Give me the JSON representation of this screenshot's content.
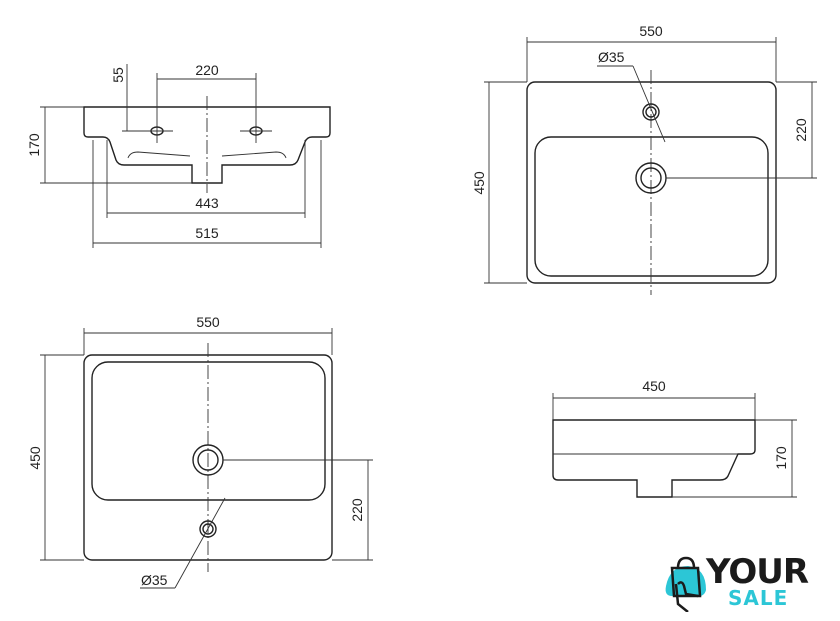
{
  "front_view": {
    "dim_55": "55",
    "dim_220": "220",
    "dim_170": "170",
    "dim_443": "443",
    "dim_515": "515"
  },
  "top_view_one_hole": {
    "dim_550": "550",
    "dim_450": "450",
    "dim_220": "220",
    "hole_diameter": "Ø35"
  },
  "top_view_bottom": {
    "dim_550": "550",
    "dim_450": "450",
    "dim_220": "220",
    "hole_diameter": "Ø35"
  },
  "side_view": {
    "dim_450": "450",
    "dim_170": "170"
  },
  "logo": {
    "line1": "YOUR",
    "line2": "SALE",
    "accent": "#2cc6d6"
  }
}
